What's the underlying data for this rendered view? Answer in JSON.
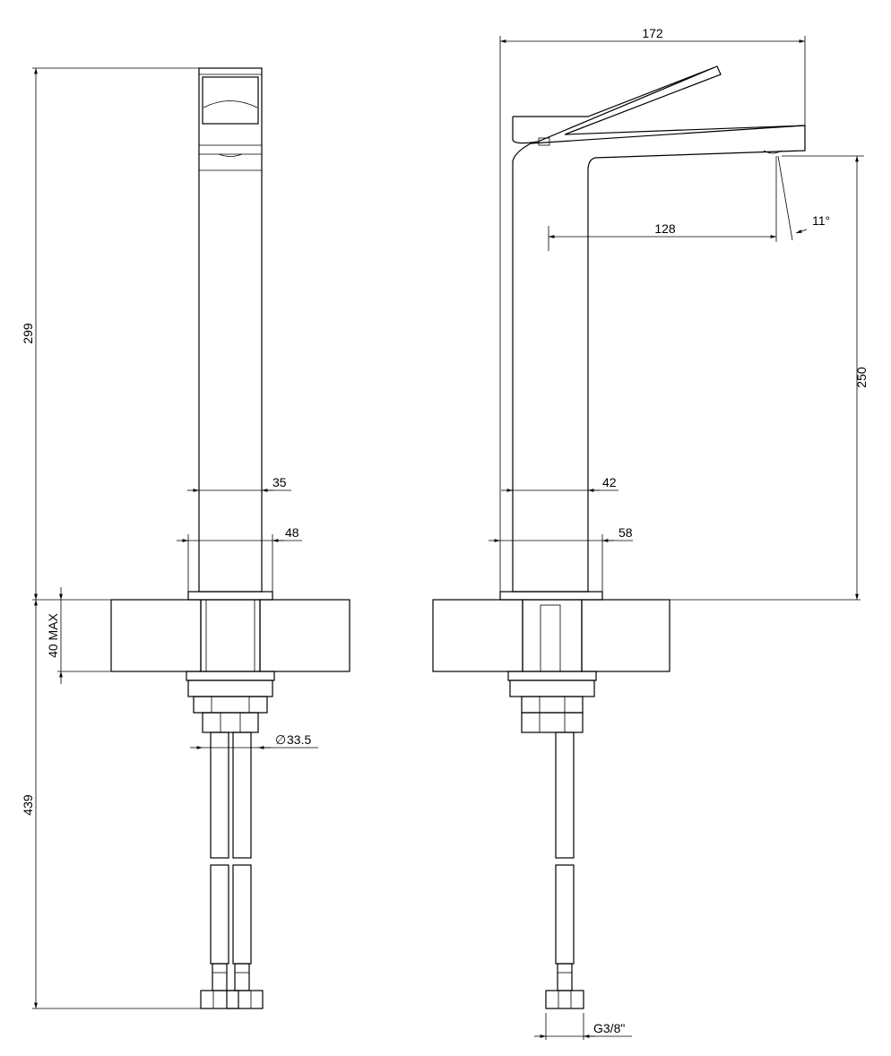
{
  "front_view": {
    "overall_height": "299",
    "body_width": "35",
    "base_width": "48",
    "deck_thickness": "40 MAX",
    "tail_diameter_symbol": "∅",
    "tail_diameter": "33.5",
    "hose_length": "439"
  },
  "side_view": {
    "overall_length": "172",
    "spout_reach": "128",
    "spout_angle": "11°",
    "spout_height": "250",
    "body_depth": "42",
    "base_depth": "58",
    "connection": "G3/8\""
  }
}
